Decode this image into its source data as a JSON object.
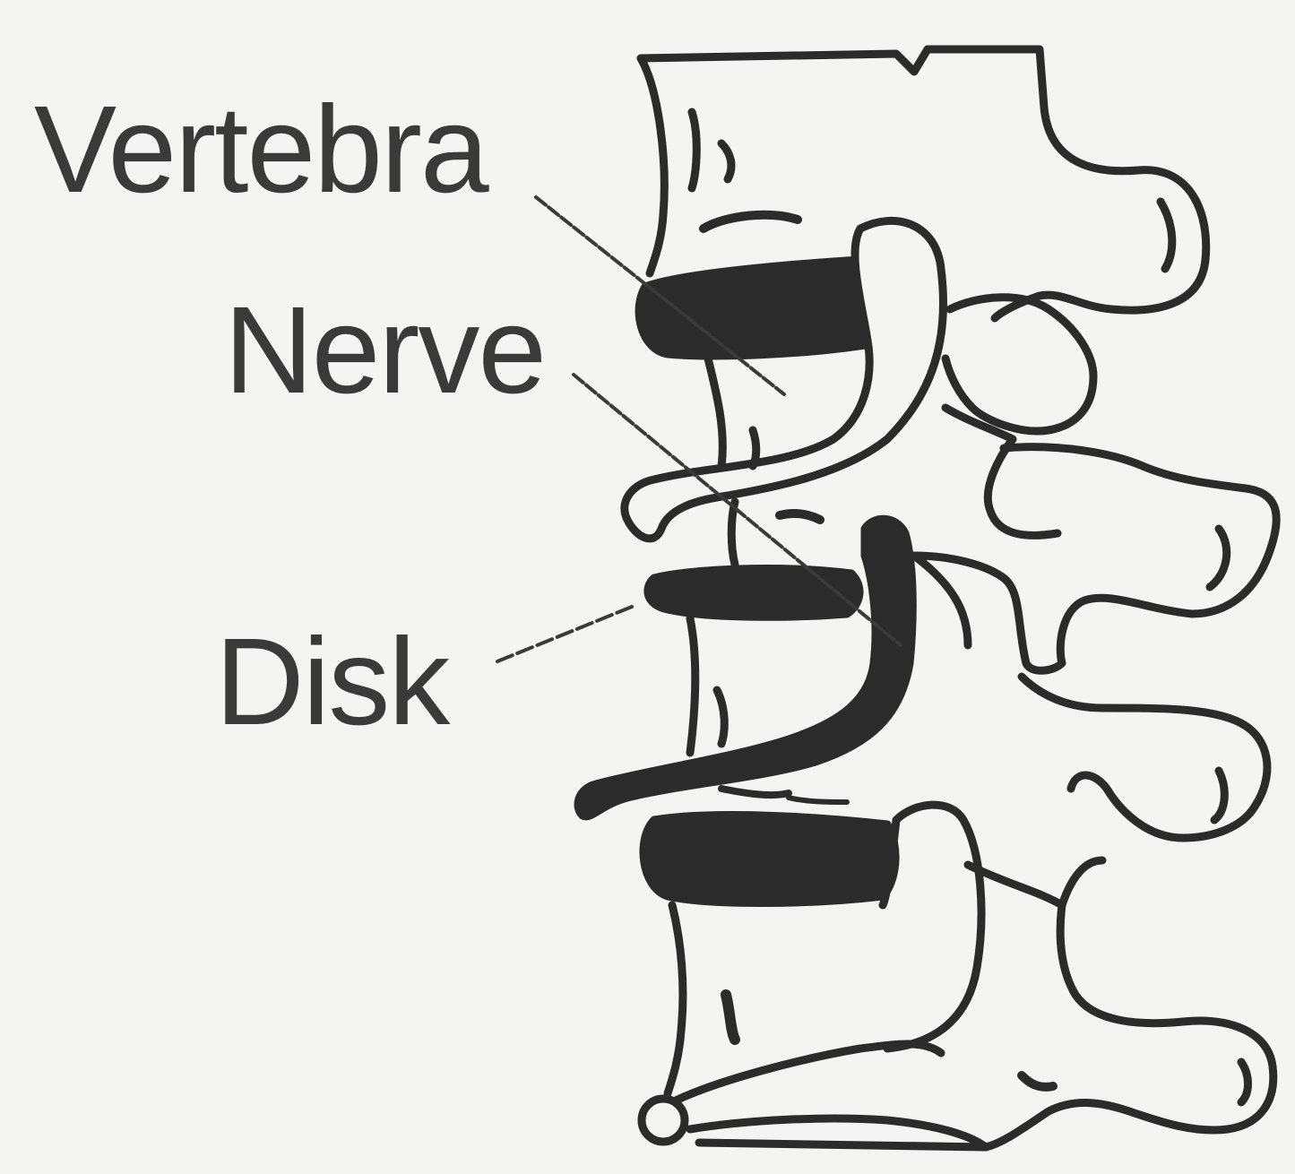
{
  "labels": {
    "vertebra": "Vertebra",
    "nerve": "Nerve",
    "disk": "Disk"
  },
  "colors": {
    "background": "#f4f4f2",
    "ink": "#2b2b2b",
    "label_text": "#3a3a3a"
  }
}
